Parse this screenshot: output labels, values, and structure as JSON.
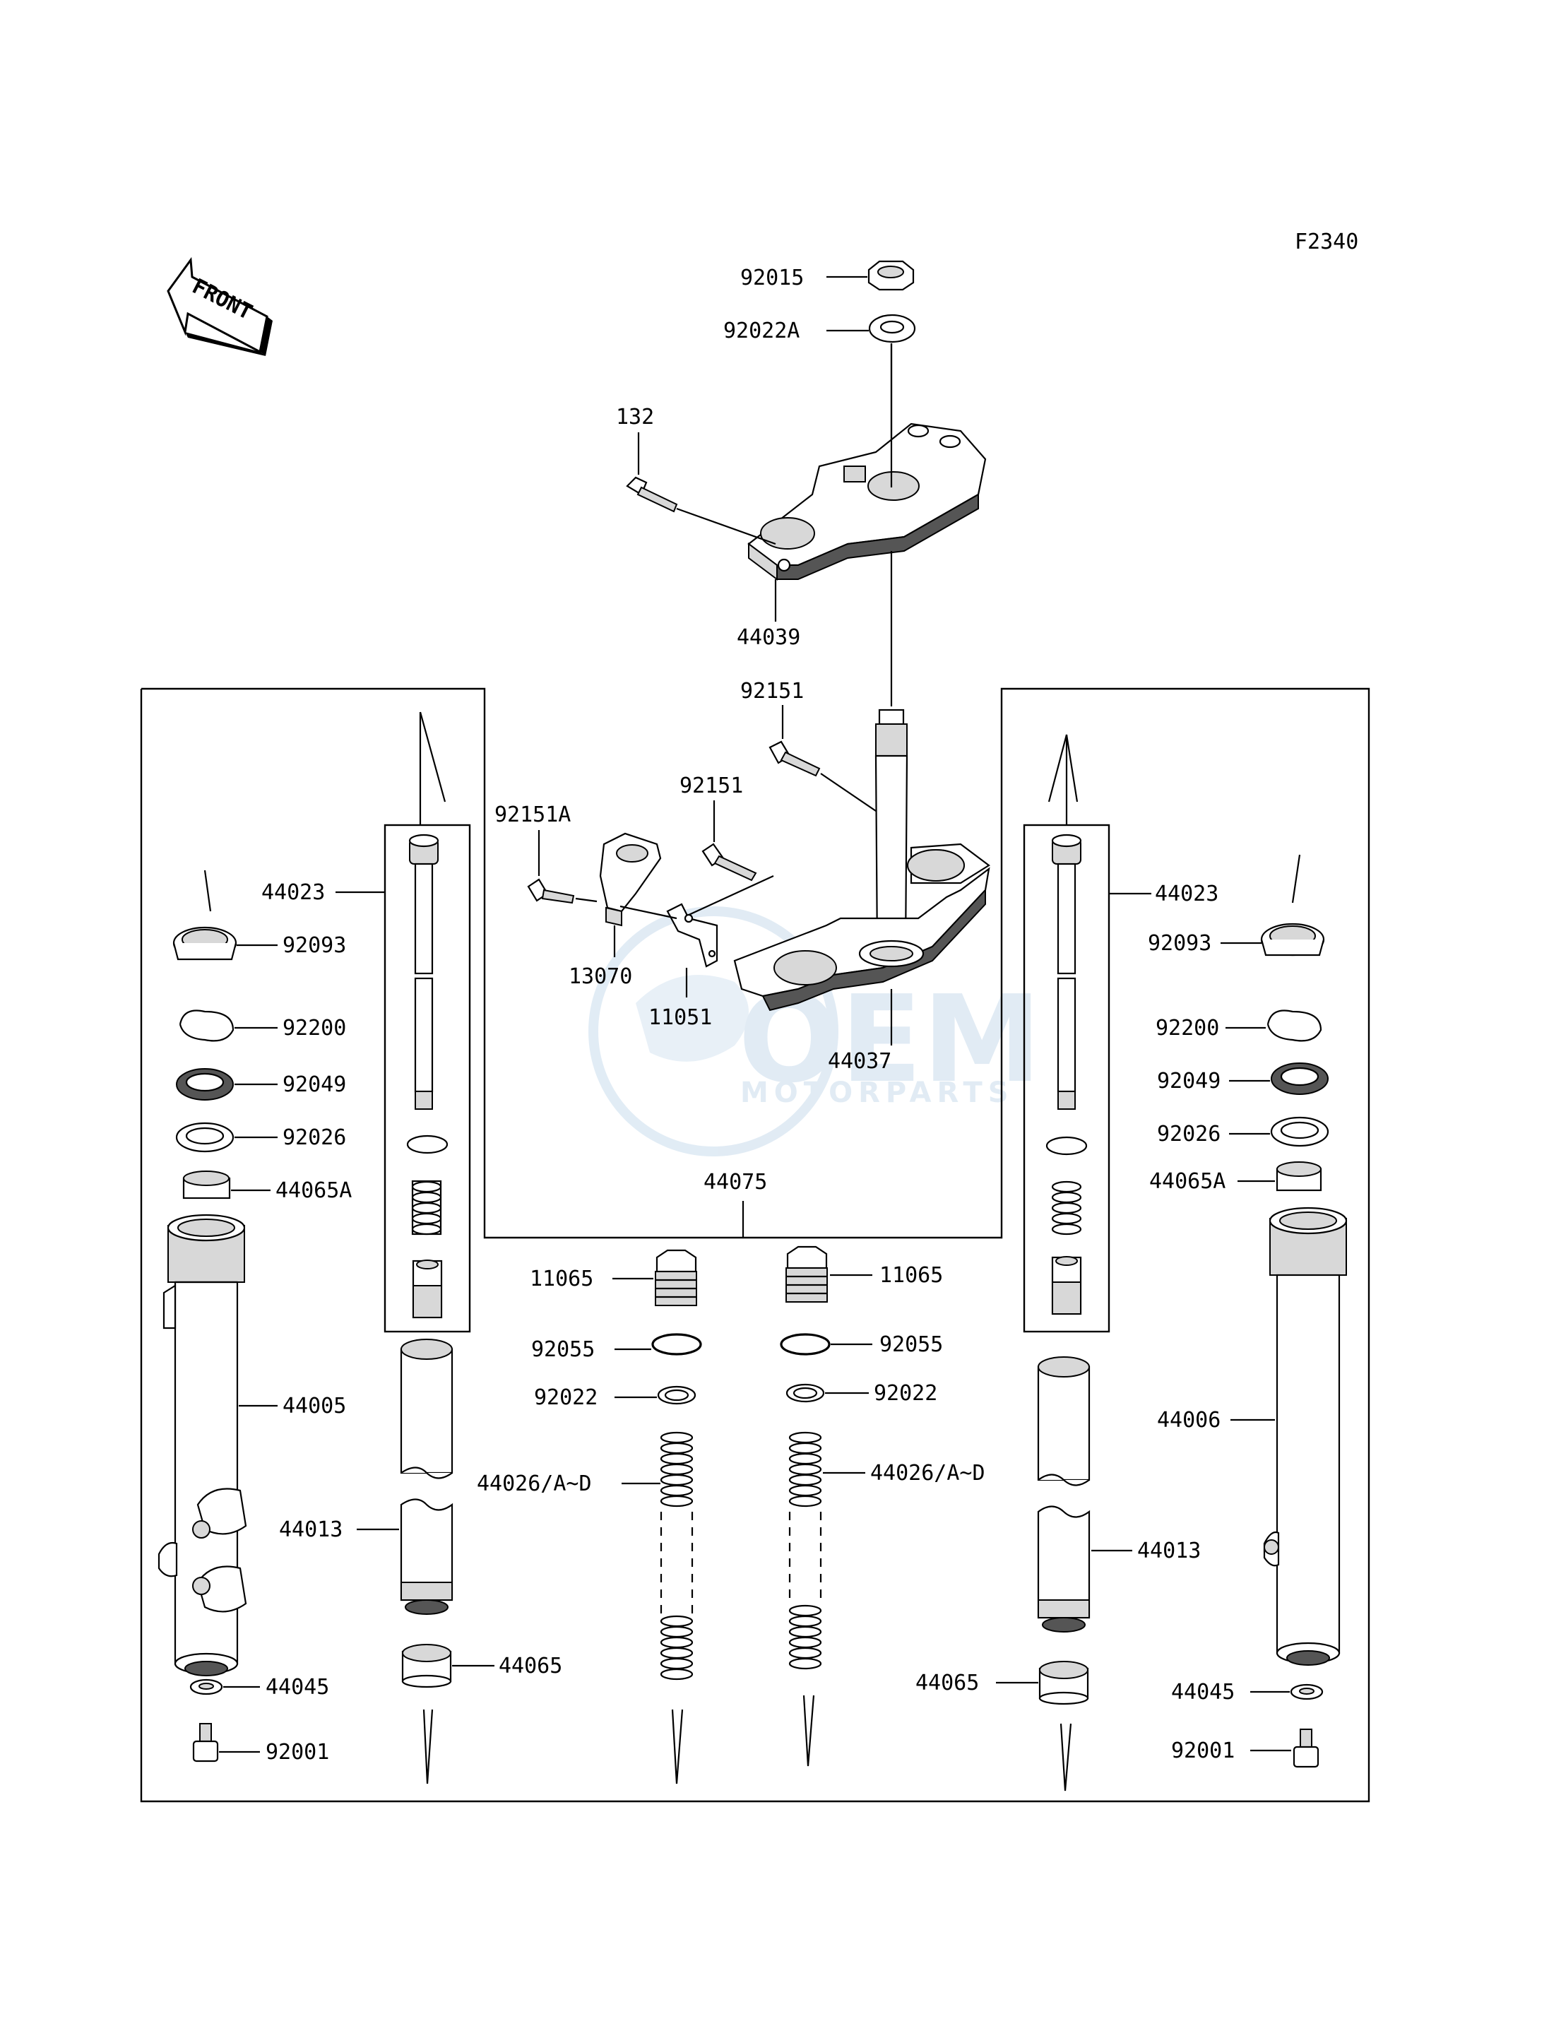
{
  "figure_code": "F2340",
  "front_arrow_label": "FRONT",
  "watermark": {
    "line1": "OEM",
    "line2": "MOTORPARTS"
  },
  "labels": {
    "p92015": "92015",
    "p92022A": "92022A",
    "p132": "132",
    "p44039": "44039",
    "p92151_top": "92151",
    "p92151_mid": "92151",
    "p92151A": "92151A",
    "p13070": "13070",
    "p11051": "11051",
    "p44037": "44037",
    "p44075": "44075",
    "l44023": "44023",
    "l92093": "92093",
    "l92200": "92200",
    "l92049": "92049",
    "l92026": "92026",
    "l44065A": "44065A",
    "l44005": "44005",
    "l44013": "44013",
    "l44045": "44045",
    "l92001": "92001",
    "l44065": "44065",
    "c11065_l": "11065",
    "c11065_r": "11065",
    "c92055_l": "92055",
    "c92055_r": "92055",
    "c92022_l": "92022",
    "c92022_r": "92022",
    "c44026_l": "44026/A~D",
    "c44026_r": "44026/A~D",
    "r44023": "44023",
    "r92093": "92093",
    "r92200": "92200",
    "r92049": "92049",
    "r92026": "92026",
    "r44065A": "44065A",
    "r44006": "44006",
    "r44013": "44013",
    "r44065": "44065",
    "r44045": "44045",
    "r92001": "92001"
  }
}
